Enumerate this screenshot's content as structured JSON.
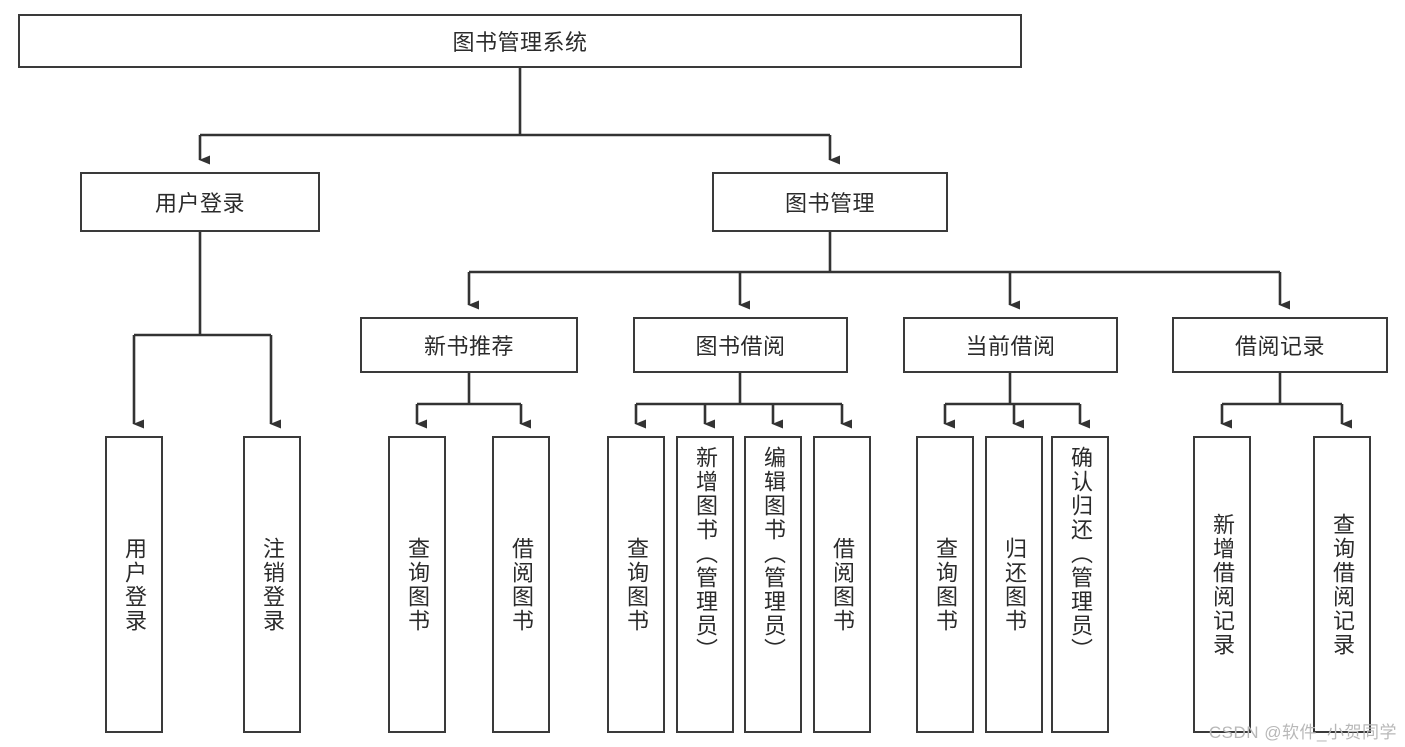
{
  "diagram": {
    "title": "图书管理系统",
    "watermark": "CSDN @软件_小贺同学",
    "colors": {
      "box_border": "#3a3a3a",
      "text": "#2b2b2b",
      "background": "#ffffff",
      "connector": "#333333",
      "watermark": "#b8b8b8"
    },
    "root": {
      "label": "图书管理系统"
    },
    "level2": {
      "user_login": {
        "label": "用户登录"
      },
      "book_manage": {
        "label": "图书管理"
      }
    },
    "level3": {
      "new_book_recommend": {
        "label": "新书推荐"
      },
      "book_borrow": {
        "label": "图书借阅"
      },
      "current_borrow": {
        "label": "当前借阅"
      },
      "borrow_record": {
        "label": "借阅记录"
      }
    },
    "leaves": {
      "user_login": [
        {
          "label": "用户登录"
        },
        {
          "label": "注销登录"
        }
      ],
      "new_book_recommend": [
        {
          "label": "查询图书"
        },
        {
          "label": "借阅图书"
        }
      ],
      "book_borrow": [
        {
          "label": "查询图书"
        },
        {
          "label": "新增图书（管理员）"
        },
        {
          "label": "编辑图书（管理员）"
        },
        {
          "label": "借阅图书"
        }
      ],
      "current_borrow": [
        {
          "label": "查询图书"
        },
        {
          "label": "归还图书"
        },
        {
          "label": "确认归还（管理员）"
        }
      ],
      "borrow_record": [
        {
          "label": "新增借阅记录"
        },
        {
          "label": "查询借阅记录"
        }
      ]
    }
  }
}
